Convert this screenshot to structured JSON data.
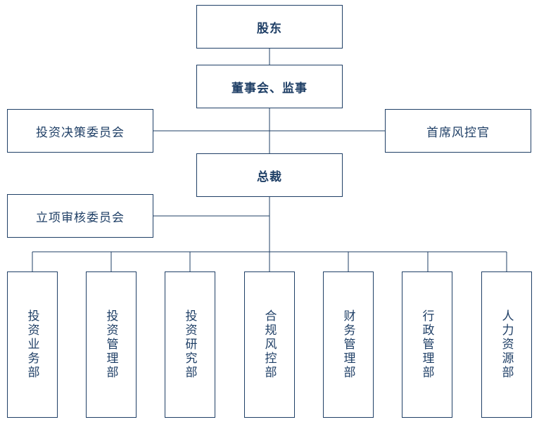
{
  "org": {
    "shareholders": "股东",
    "board": "董事会、监事",
    "investment_committee": "投资决策委员会",
    "chief_risk_officer": "首席风控官",
    "president": "总裁",
    "project_committee": "立项审核委员会",
    "departments": [
      "投资业务部",
      "投资管理部",
      "投资研究部",
      "合规风控部",
      "财务管理部",
      "行政管理部",
      "人力资源部"
    ]
  }
}
